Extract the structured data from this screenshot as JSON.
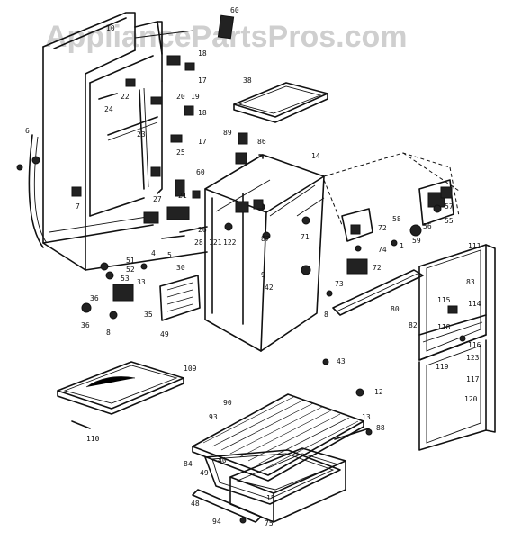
{
  "watermark": "AppliancePartsPros.com",
  "part_labels": [
    {
      "id": "p10",
      "text": "10"
    },
    {
      "id": "p60a",
      "text": "60"
    },
    {
      "id": "p18a",
      "text": "18"
    },
    {
      "id": "p17a",
      "text": "17"
    },
    {
      "id": "p6",
      "text": "6"
    },
    {
      "id": "p22",
      "text": "22"
    },
    {
      "id": "p24",
      "text": "24"
    },
    {
      "id": "p23",
      "text": "23"
    },
    {
      "id": "p20",
      "text": "20"
    },
    {
      "id": "p19",
      "text": "19"
    },
    {
      "id": "p18b",
      "text": "18"
    },
    {
      "id": "p17b",
      "text": "17"
    },
    {
      "id": "p25",
      "text": "25"
    },
    {
      "id": "p38",
      "text": "38"
    },
    {
      "id": "p89",
      "text": "89"
    },
    {
      "id": "p86",
      "text": "86"
    },
    {
      "id": "p14",
      "text": "14"
    },
    {
      "id": "p60b",
      "text": "60"
    },
    {
      "id": "p27",
      "text": "27"
    },
    {
      "id": "p21",
      "text": "21"
    },
    {
      "id": "p26",
      "text": "26"
    },
    {
      "id": "p28",
      "text": "28"
    },
    {
      "id": "p7",
      "text": "7"
    },
    {
      "id": "p4",
      "text": "4"
    },
    {
      "id": "p5",
      "text": "5"
    },
    {
      "id": "p121",
      "text": "121"
    },
    {
      "id": "p122",
      "text": "122"
    },
    {
      "id": "p87",
      "text": "87"
    },
    {
      "id": "p71",
      "text": "71"
    },
    {
      "id": "p72a",
      "text": "72"
    },
    {
      "id": "p74",
      "text": "74"
    },
    {
      "id": "p72b",
      "text": "72"
    },
    {
      "id": "p73",
      "text": "73"
    },
    {
      "id": "p51",
      "text": "51"
    },
    {
      "id": "p52",
      "text": "52"
    },
    {
      "id": "p53",
      "text": "53"
    },
    {
      "id": "p30",
      "text": "30"
    },
    {
      "id": "p33",
      "text": "33"
    },
    {
      "id": "p36a",
      "text": "36"
    },
    {
      "id": "p35",
      "text": "35"
    },
    {
      "id": "p36b",
      "text": "36"
    },
    {
      "id": "p8a",
      "text": "8"
    },
    {
      "id": "p49",
      "text": "49"
    },
    {
      "id": "p42",
      "text": "42"
    },
    {
      "id": "p9",
      "text": "9"
    },
    {
      "id": "p8b",
      "text": "8"
    },
    {
      "id": "p80",
      "text": "80"
    },
    {
      "id": "p57",
      "text": "57"
    },
    {
      "id": "p58",
      "text": "58"
    },
    {
      "id": "p55",
      "text": "55"
    },
    {
      "id": "p56",
      "text": "56"
    },
    {
      "id": "p59",
      "text": "59"
    },
    {
      "id": "p1",
      "text": "1"
    },
    {
      "id": "p111",
      "text": "111"
    },
    {
      "id": "p83",
      "text": "83"
    },
    {
      "id": "p115",
      "text": "115"
    },
    {
      "id": "p114",
      "text": "114"
    },
    {
      "id": "p82",
      "text": "82"
    },
    {
      "id": "p116",
      "text": "116"
    },
    {
      "id": "p118",
      "text": "118"
    },
    {
      "id": "p123",
      "text": "123"
    },
    {
      "id": "p119",
      "text": "119"
    },
    {
      "id": "p117",
      "text": "117"
    },
    {
      "id": "p120",
      "text": "120"
    },
    {
      "id": "p109",
      "text": "109"
    },
    {
      "id": "p43",
      "text": "43"
    },
    {
      "id": "p12",
      "text": "12"
    },
    {
      "id": "p90",
      "text": "90"
    },
    {
      "id": "p93",
      "text": "93"
    },
    {
      "id": "p13",
      "text": "13"
    },
    {
      "id": "p88",
      "text": "88"
    },
    {
      "id": "p110",
      "text": "110"
    },
    {
      "id": "p84",
      "text": "84"
    },
    {
      "id": "p40",
      "text": "40"
    },
    {
      "id": "p49b",
      "text": "49"
    },
    {
      "id": "p48",
      "text": "48"
    },
    {
      "id": "p94",
      "text": "94"
    },
    {
      "id": "p15",
      "text": "15"
    },
    {
      "id": "p75",
      "text": "75"
    }
  ]
}
